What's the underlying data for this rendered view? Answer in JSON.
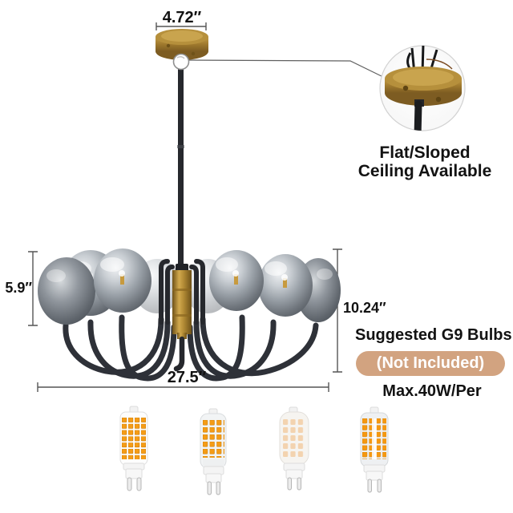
{
  "product_diagram": {
    "dimensions": {
      "canopy_width": "4.72″",
      "shade_height": "5.9″",
      "body_height": "10.24″",
      "total_width": "27.5″"
    },
    "ceiling_callout": {
      "line1": "Flat/Sloped",
      "line2": "Ceiling Available"
    },
    "bulb_info": {
      "title": "Suggested G9 Bulbs",
      "badge": "(Not Included)",
      "wattage": "Max.40W/Per"
    },
    "colors": {
      "brass": "#ab8538",
      "brass_dark": "#7d5c22",
      "metal_black": "#26282d",
      "badge_bg": "#d2a380",
      "badge_text": "#ffffff",
      "led_chip_orange": "#f59c16",
      "smoke_glass": "#9aa1a8",
      "dimension_line": "#555555",
      "text": "#121212"
    }
  }
}
